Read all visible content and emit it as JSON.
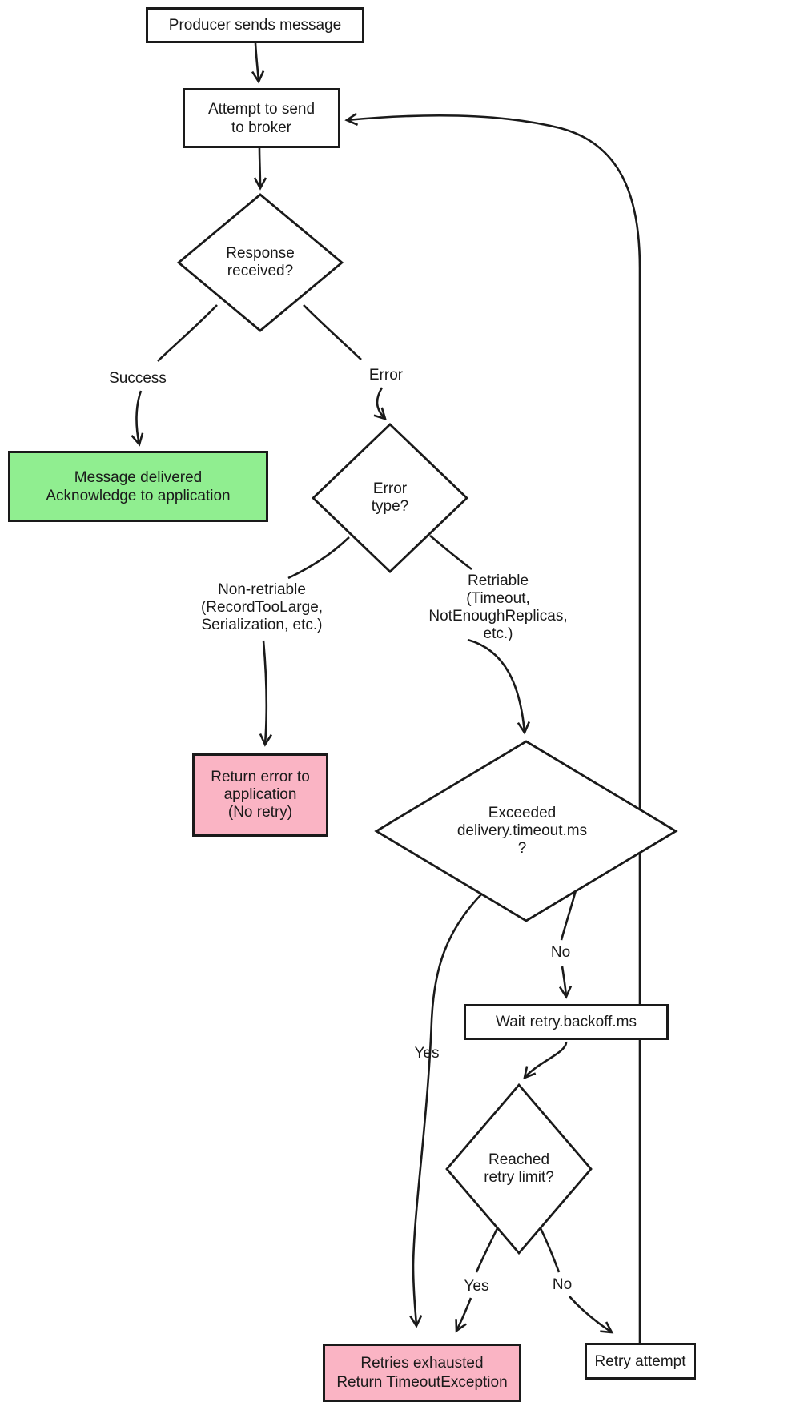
{
  "colors": {
    "ink": "#1a1a1a",
    "success_fill": "#90EE90",
    "failure_fill": "#FAB4C4",
    "node_fill": "#ffffff"
  },
  "nodes": {
    "producer": {
      "lines": [
        "Producer sends message"
      ]
    },
    "attempt": {
      "lines": [
        "Attempt to send",
        "to broker"
      ]
    },
    "response": {
      "lines": [
        "Response",
        "received?"
      ]
    },
    "delivered": {
      "lines": [
        "Message delivered",
        "Acknowledge to application"
      ]
    },
    "error_type": {
      "lines": [
        "Error",
        "type?"
      ]
    },
    "return_error": {
      "lines": [
        "Return error to",
        "application",
        "(No retry)"
      ]
    },
    "exceeded_timeout": {
      "lines": [
        "Exceeded",
        "delivery.timeout.ms",
        "?"
      ]
    },
    "wait_backoff": {
      "lines": [
        "Wait retry.backoff.ms"
      ]
    },
    "retry_limit": {
      "lines": [
        "Reached",
        "retry limit?"
      ]
    },
    "retries_exhausted": {
      "lines": [
        "Retries exhausted",
        "Return TimeoutException"
      ]
    },
    "retry_attempt": {
      "lines": [
        "Retry attempt"
      ]
    }
  },
  "edge_labels": {
    "success": "Success",
    "error": "Error",
    "non_retriable": [
      "Non-retriable",
      "(RecordTooLarge,",
      "Serialization, etc.)"
    ],
    "retriable": [
      "Retriable",
      "(Timeout,",
      "NotEnoughReplicas,",
      "etc.)"
    ],
    "timeout_no": "No",
    "timeout_yes": "Yes",
    "limit_yes": "Yes",
    "limit_no": "No"
  }
}
